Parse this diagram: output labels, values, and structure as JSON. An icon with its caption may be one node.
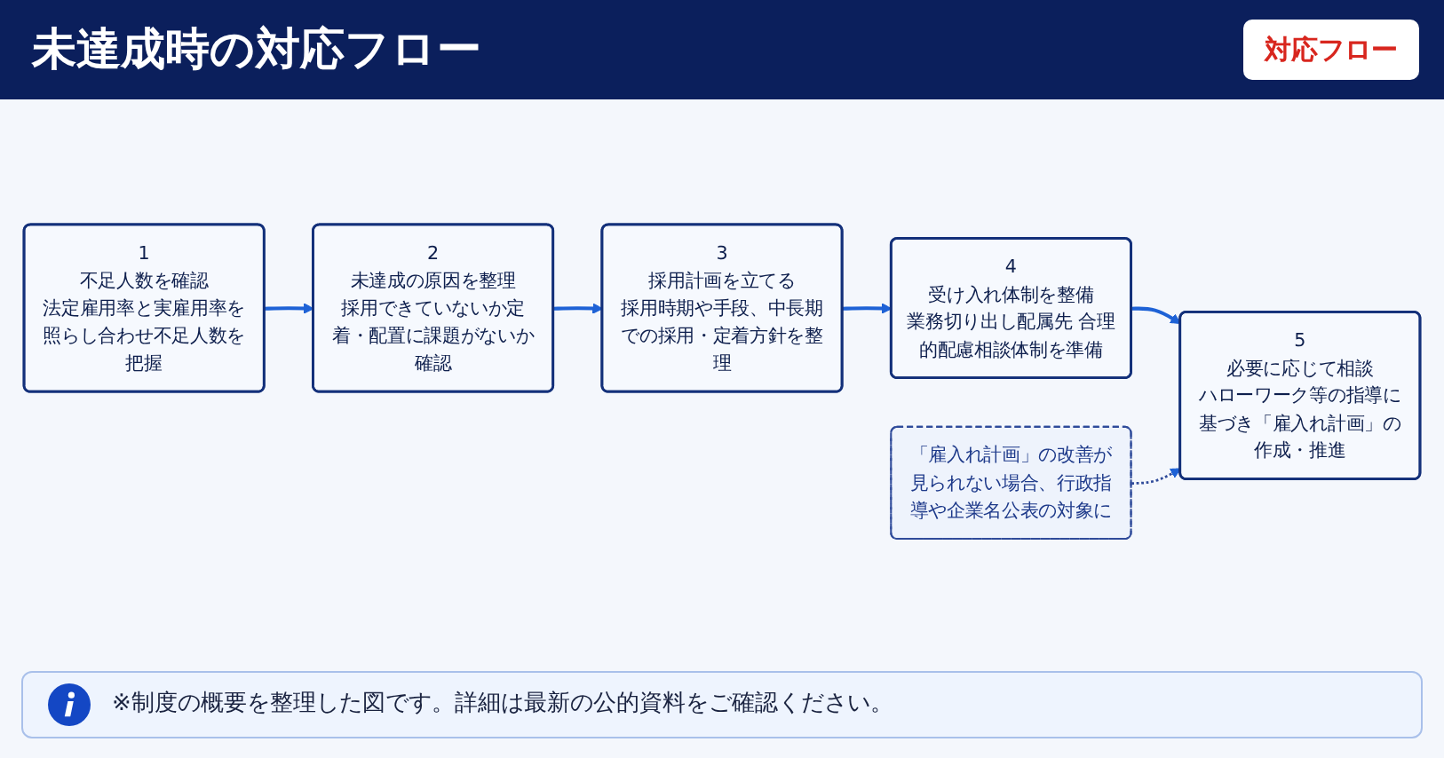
{
  "diagram": {
    "title": "未達成時の対応フロー",
    "caption": "※制度の概要を整理した図です。詳細は最新の公的資料をご確認ください。",
    "nodes": [
      {
        "text": [
          "1",
          "不足人数を確認",
          "法定雇用率と実雇用率を照らし合わせ不足人数を把握"
        ]
      },
      {
        "text": [
          "2",
          "未達成の原因を整理",
          "採用できていないか定着・配置に課題がないか確認"
        ]
      },
      {
        "text": [
          "3",
          "採用計画を立てる",
          "採用時期や手段、中長期での採用・定着方針を整理"
        ]
      },
      {
        "text": [
          "4",
          "受け入れ体制を整備",
          "業務切り出し配属先 合理的配慮相談体制を準備"
        ]
      },
      {
        "text": [
          "5",
          "必要に応じて相談",
          "ハローワーク等の指導に基づき「雇入れ計画」の作成・推進"
        ]
      },
      {
        "text": [
          "「雇入れ計画」の改善が見られない場合、行政指導や企業名公表の対象に"
        ]
      }
    ],
    "edges": [
      {
        "from": 0,
        "to": 1,
        "arrow": "to"
      },
      {
        "from": 1,
        "to": 2,
        "arrow": "to"
      },
      {
        "from": 2,
        "to": 3,
        "arrow": "to"
      },
      {
        "from": 3,
        "to": 4,
        "arrow": "to"
      },
      {
        "from": 5,
        "to": 4,
        "arrow": "to",
        "style": "dashed",
        "color": "#2f4b9a"
      }
    ],
    "labels": [
      "対応フロー"
    ]
  }
}
